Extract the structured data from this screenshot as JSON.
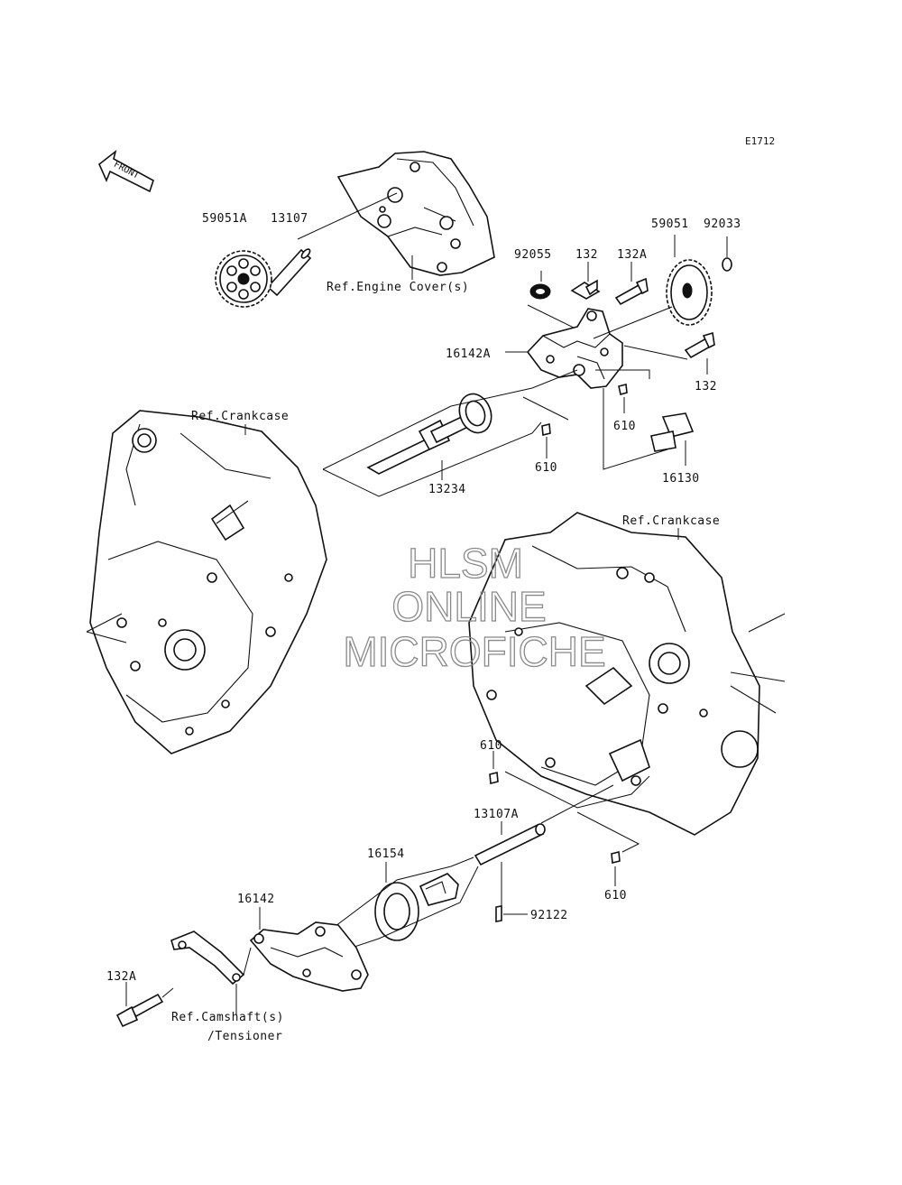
{
  "diagram_code": "E1712",
  "direction_arrow": {
    "text": "FRONT"
  },
  "parts": [
    {
      "id": "p59051A",
      "number": "59051A"
    },
    {
      "id": "p13107",
      "number": "13107"
    },
    {
      "id": "p59051",
      "number": "59051"
    },
    {
      "id": "p92033",
      "number": "92033"
    },
    {
      "id": "p92055",
      "number": "92055"
    },
    {
      "id": "p132a",
      "number": "132"
    },
    {
      "id": "p132Aa",
      "number": "132A"
    },
    {
      "id": "p16142A",
      "number": "16142A"
    },
    {
      "id": "p132b",
      "number": "132"
    },
    {
      "id": "p610a",
      "number": "610"
    },
    {
      "id": "p610b",
      "number": "610"
    },
    {
      "id": "p16130",
      "number": "16130"
    },
    {
      "id": "p13234",
      "number": "13234"
    },
    {
      "id": "p610c",
      "number": "610"
    },
    {
      "id": "p13107A",
      "number": "13107A"
    },
    {
      "id": "p16154",
      "number": "16154"
    },
    {
      "id": "p16142",
      "number": "16142"
    },
    {
      "id": "p92122",
      "number": "92122"
    },
    {
      "id": "p610d",
      "number": "610"
    },
    {
      "id": "p132Ab",
      "number": "132A"
    }
  ],
  "references": {
    "engine_cover": "Ref.Engine Cover(s)",
    "crankcase_left": "Ref.Crankcase",
    "crankcase_right": "Ref.Crankcase",
    "camshaft_line1": "Ref.Camshaft(s)",
    "camshaft_line2": "/Tensioner"
  },
  "watermark": {
    "line1": "HLSM",
    "line2": "ONLINE",
    "line3": "MICROFICHE"
  }
}
